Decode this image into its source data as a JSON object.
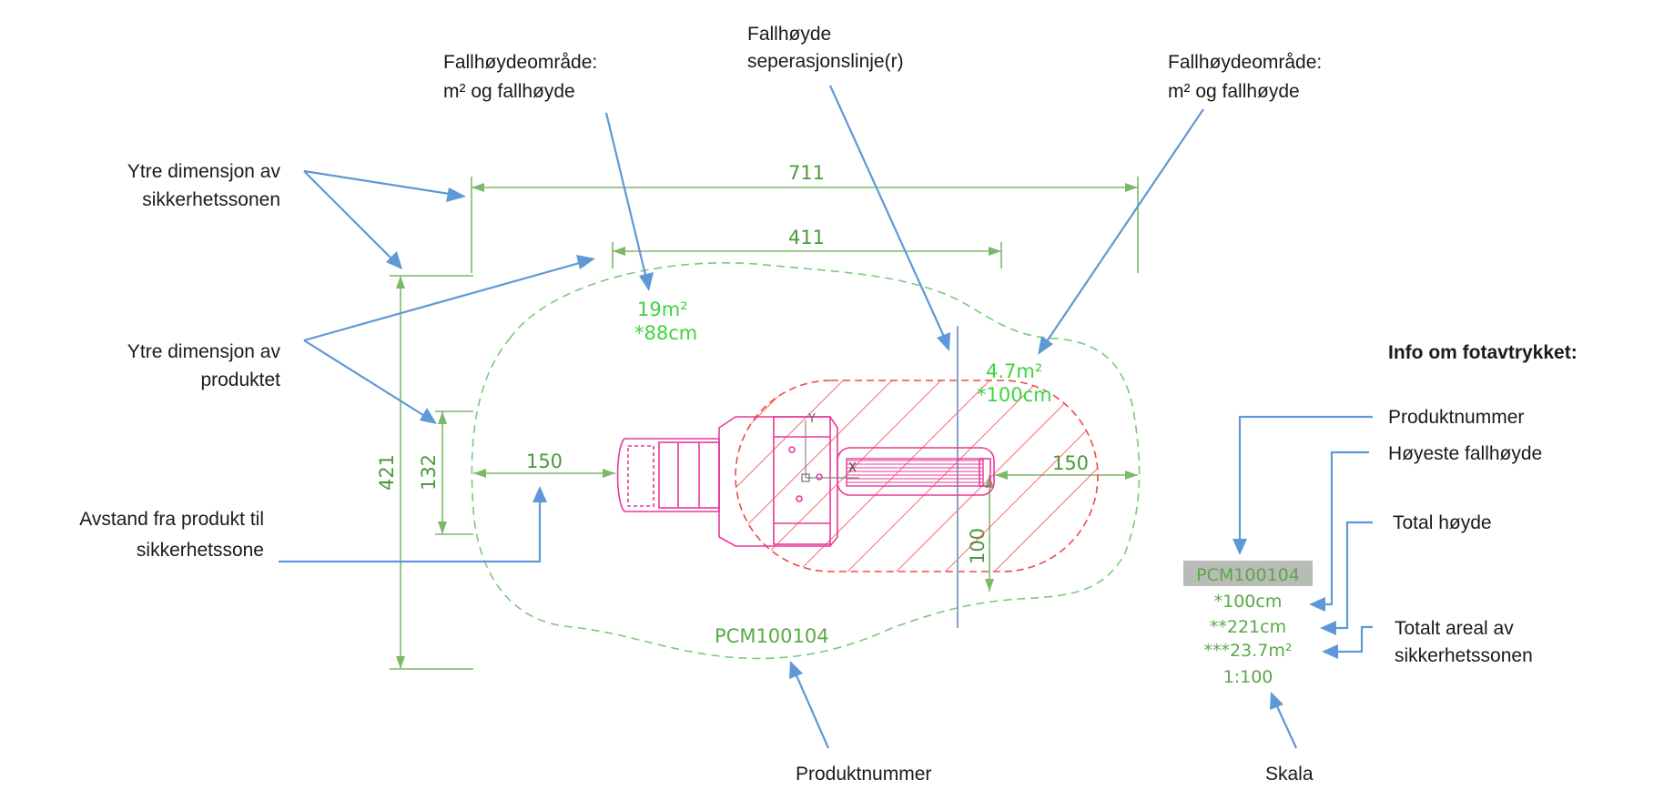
{
  "annotations": {
    "fallhoyde_area_left": [
      "Fallhøydeområde:",
      "m² og fallhøyde"
    ],
    "separation_line": [
      "Fallhøyde",
      "seperasjonslinje(r)"
    ],
    "fallhoyde_area_right": [
      "Fallhøydeområde:",
      "m² og fallhøyde"
    ],
    "outer_zone": [
      "Ytre dimensjon av",
      "sikkerhetssonen"
    ],
    "outer_product": [
      "Ytre dimensjon av",
      "produktet"
    ],
    "distance": [
      "Avstand fra produkt til",
      "sikkerhetssone"
    ],
    "product_number_bottom": "Produktnummer",
    "scale_bottom": "Skala"
  },
  "info_panel": {
    "title": "Info om fotavtrykket:",
    "labels": {
      "product_number": "Produktnummer",
      "highest_fall": "Høyeste fallhøyde",
      "total_height": "Total høyde",
      "total_area": [
        "Totalt areal av",
        "sikkerhetssonen"
      ]
    },
    "values": {
      "code": "PCM100104",
      "fall_height": "*100cm",
      "total_height": "**221cm",
      "area": "***23.7m²",
      "scale": "1:100"
    }
  },
  "drawing": {
    "dim_711": "711",
    "dim_411": "411",
    "dim_421": "421",
    "dim_132": "132",
    "dim_150_left": "150",
    "dim_150_right": "150",
    "dim_100": "100",
    "zone_left_area": "19m²",
    "zone_left_height": "*88cm",
    "zone_right_area": "4.7m²",
    "zone_right_height": "*100cm",
    "code": "PCM100104",
    "axis_y": "Y",
    "axis_x": "X"
  },
  "colors": {
    "arrow": "#5f98d6",
    "dimension": "#7cb86a",
    "zone_text": "#3fd33f",
    "product": "#e8389a",
    "hatch": "#f04848"
  }
}
